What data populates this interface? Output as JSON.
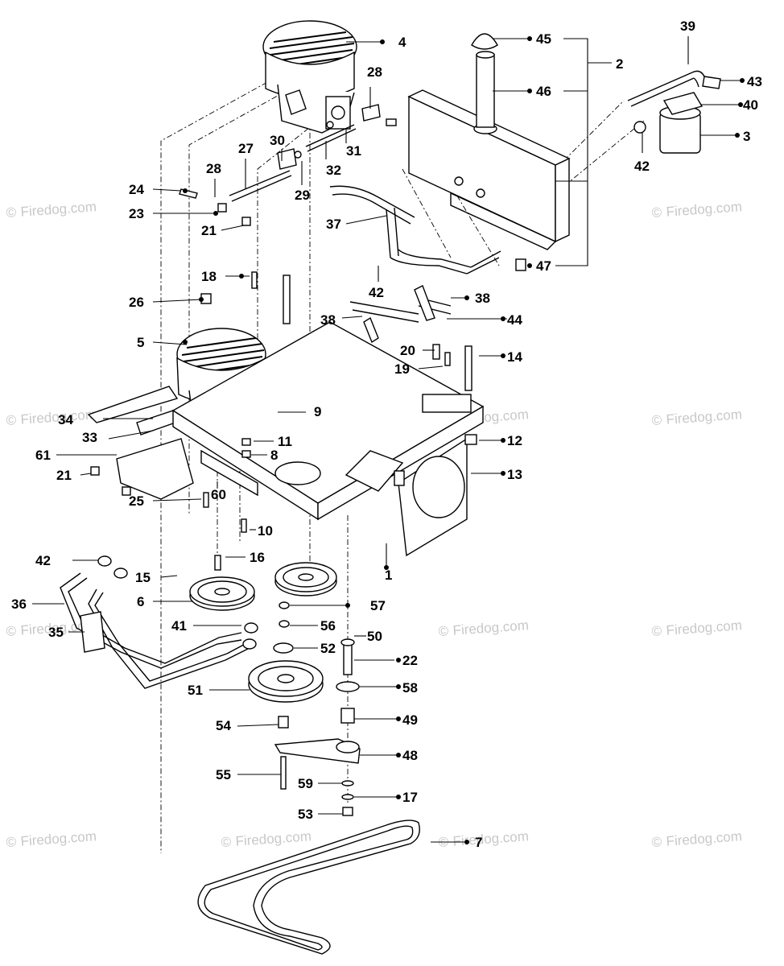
{
  "watermark": "Firedog.com",
  "watermark_symbol": "©",
  "callouts": [
    {
      "id": "c1",
      "label": "1"
    },
    {
      "id": "c2",
      "label": "2"
    },
    {
      "id": "c3",
      "label": "3"
    },
    {
      "id": "c4",
      "label": "4"
    },
    {
      "id": "c5",
      "label": "5"
    },
    {
      "id": "c6",
      "label": "6"
    },
    {
      "id": "c7",
      "label": "7"
    },
    {
      "id": "c8",
      "label": "8"
    },
    {
      "id": "c9",
      "label": "9"
    },
    {
      "id": "c10",
      "label": "10"
    },
    {
      "id": "c11",
      "label": "11"
    },
    {
      "id": "c12",
      "label": "12"
    },
    {
      "id": "c13",
      "label": "13"
    },
    {
      "id": "c14",
      "label": "14"
    },
    {
      "id": "c15",
      "label": "15"
    },
    {
      "id": "c16",
      "label": "16"
    },
    {
      "id": "c17",
      "label": "17"
    },
    {
      "id": "c18",
      "label": "18"
    },
    {
      "id": "c19",
      "label": "19"
    },
    {
      "id": "c20",
      "label": "20"
    },
    {
      "id": "c21a",
      "label": "21"
    },
    {
      "id": "c21b",
      "label": "21"
    },
    {
      "id": "c22",
      "label": "22"
    },
    {
      "id": "c23",
      "label": "23"
    },
    {
      "id": "c24",
      "label": "24"
    },
    {
      "id": "c25",
      "label": "25"
    },
    {
      "id": "c26",
      "label": "26"
    },
    {
      "id": "c27",
      "label": "27"
    },
    {
      "id": "c28a",
      "label": "28"
    },
    {
      "id": "c28b",
      "label": "28"
    },
    {
      "id": "c29",
      "label": "29"
    },
    {
      "id": "c30",
      "label": "30"
    },
    {
      "id": "c31",
      "label": "31"
    },
    {
      "id": "c32",
      "label": "32"
    },
    {
      "id": "c33",
      "label": "33"
    },
    {
      "id": "c34",
      "label": "34"
    },
    {
      "id": "c35",
      "label": "35"
    },
    {
      "id": "c36",
      "label": "36"
    },
    {
      "id": "c37",
      "label": "37"
    },
    {
      "id": "c38a",
      "label": "38"
    },
    {
      "id": "c38b",
      "label": "38"
    },
    {
      "id": "c39",
      "label": "39"
    },
    {
      "id": "c40",
      "label": "40"
    },
    {
      "id": "c41",
      "label": "41"
    },
    {
      "id": "c42a",
      "label": "42"
    },
    {
      "id": "c42b",
      "label": "42"
    },
    {
      "id": "c42c",
      "label": "42"
    },
    {
      "id": "c43",
      "label": "43"
    },
    {
      "id": "c44",
      "label": "44"
    },
    {
      "id": "c45",
      "label": "45"
    },
    {
      "id": "c46",
      "label": "46"
    },
    {
      "id": "c47",
      "label": "47"
    },
    {
      "id": "c48",
      "label": "48"
    },
    {
      "id": "c49",
      "label": "49"
    },
    {
      "id": "c50",
      "label": "50"
    },
    {
      "id": "c51",
      "label": "51"
    },
    {
      "id": "c52",
      "label": "52"
    },
    {
      "id": "c53",
      "label": "53"
    },
    {
      "id": "c54",
      "label": "54"
    },
    {
      "id": "c55",
      "label": "55"
    },
    {
      "id": "c56",
      "label": "56"
    },
    {
      "id": "c57",
      "label": "57"
    },
    {
      "id": "c58",
      "label": "58"
    },
    {
      "id": "c59",
      "label": "59"
    },
    {
      "id": "c60",
      "label": "60"
    },
    {
      "id": "c61",
      "label": "61"
    }
  ]
}
